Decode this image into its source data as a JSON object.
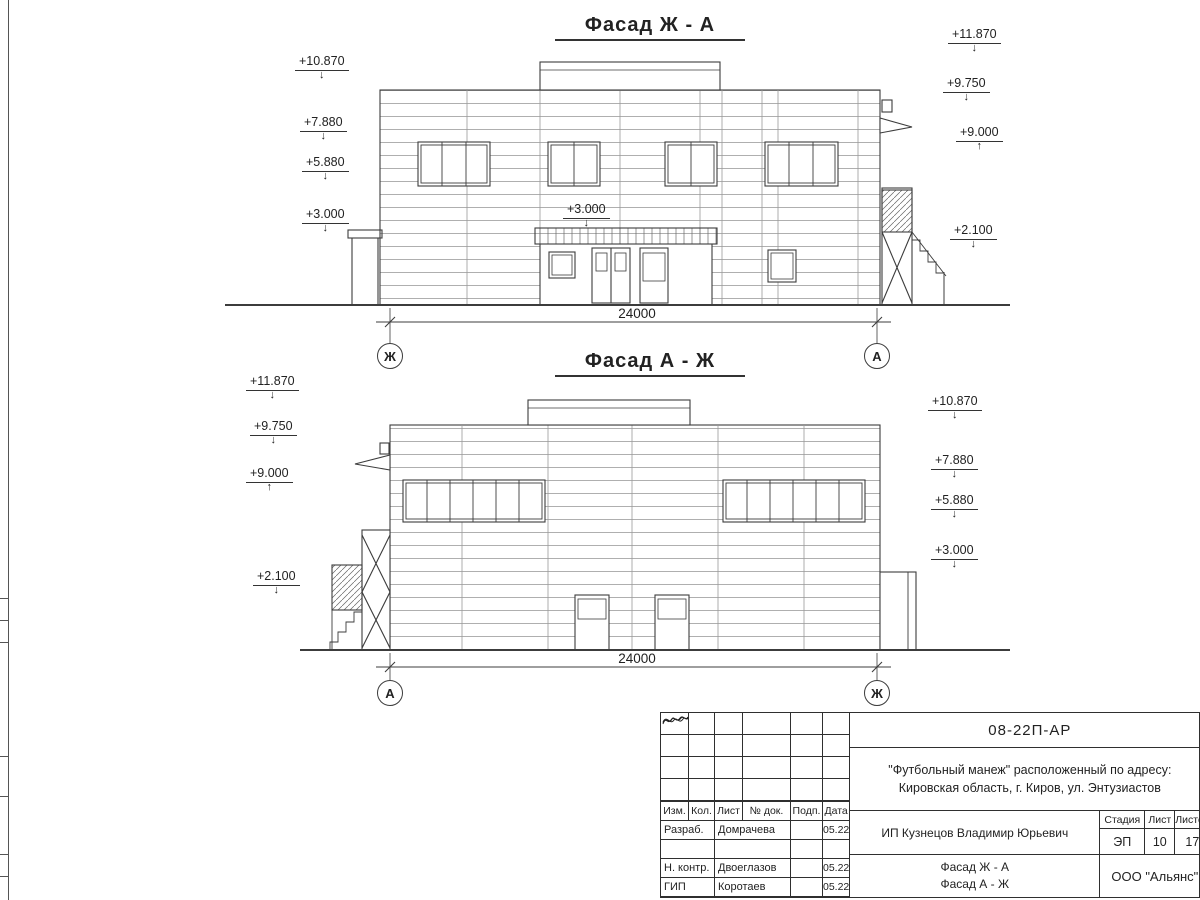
{
  "colors": {
    "ink": "#3c3c3c",
    "light_line": "#9a9a9a",
    "background": "#ffffff"
  },
  "facade_top": {
    "title": "Фасад Ж - А",
    "marks_left": [
      "+10.870",
      "+7.880",
      "+5.880",
      "+3.000"
    ],
    "mark_center": "+3.000",
    "marks_right": [
      "+11.870",
      "+9.750",
      "+9.000",
      "+2.100"
    ],
    "dimension": "24000",
    "axis_left": "Ж",
    "axis_right": "А"
  },
  "facade_bottom": {
    "title": "Фасад А - Ж",
    "marks_left": [
      "+11.870",
      "+9.750",
      "+9.000",
      "+2.100"
    ],
    "marks_right": [
      "+10.870",
      "+7.880",
      "+5.880",
      "+3.000"
    ],
    "dimension": "24000",
    "axis_left": "А",
    "axis_right": "Ж"
  },
  "title_block": {
    "doc_code": "08-22П-АР",
    "project_line1": "\"Футбольный манеж\" расположенный по адресу:",
    "project_line2": "Кировская область, г. Киров, ул. Энтузиастов",
    "rev_headers": [
      "Изм.",
      "Кол.",
      "Лист",
      "№ док.",
      "Подп.",
      "Дата"
    ],
    "signers": [
      {
        "role": "Разраб.",
        "name": "Домрачева",
        "date": "05.22"
      },
      {
        "role": "Н. контр.",
        "name": "Двоеглазов",
        "date": "05.22"
      },
      {
        "role": "ГИП",
        "name": "Коротаев",
        "date": "05.22"
      }
    ],
    "client": "ИП Кузнецов Владимир Юрьевич",
    "stage_header": "Стадия",
    "sheet_header": "Лист",
    "sheets_header": "Листов",
    "stage": "ЭП",
    "sheet_no": "10",
    "sheets_total": "17",
    "drawing_name_line1": "Фасад Ж - А",
    "drawing_name_line2": "Фасад А - Ж",
    "company": "ООО \"Альянс\""
  }
}
